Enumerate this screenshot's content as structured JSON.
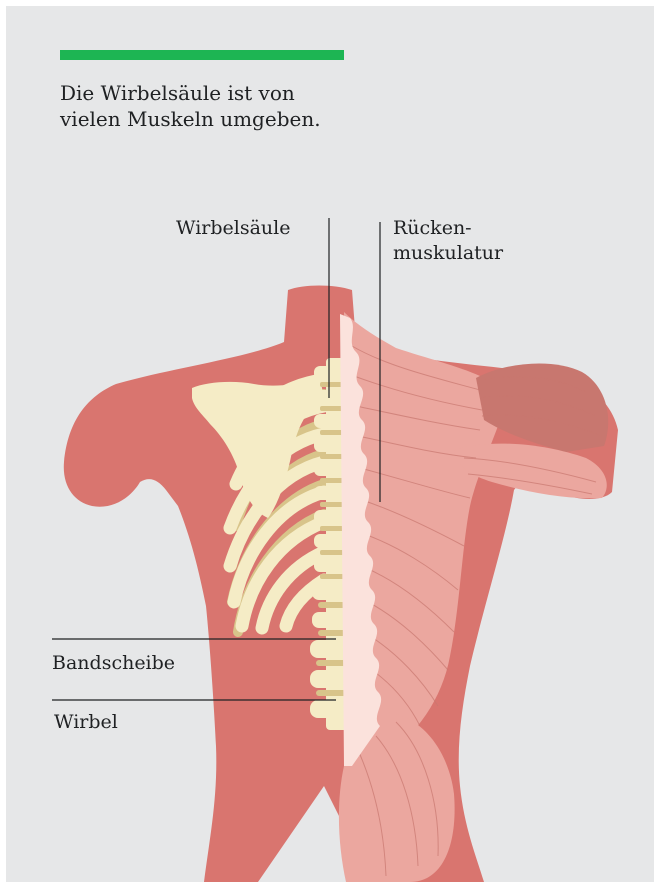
{
  "caption": "Die Wirbelsäule ist von\nvielen Muskeln umgeben.",
  "labels": {
    "spine": "Wirbelsäule",
    "back_muscles": "Rücken-\nmuskulatur",
    "disc": "Bandscheibe",
    "vertebra": "Wirbel"
  },
  "colors": {
    "accent": "#1db553",
    "panel_background": "#e6e7e8",
    "body": "#d9756f",
    "bone": "#f5ecc6",
    "bone_shadow": "#d8c48a",
    "muscle": "#eba79f",
    "muscle_line": "#c8776f",
    "spine_edge": "#fbe2dc",
    "leader_line": "#1f2123"
  }
}
